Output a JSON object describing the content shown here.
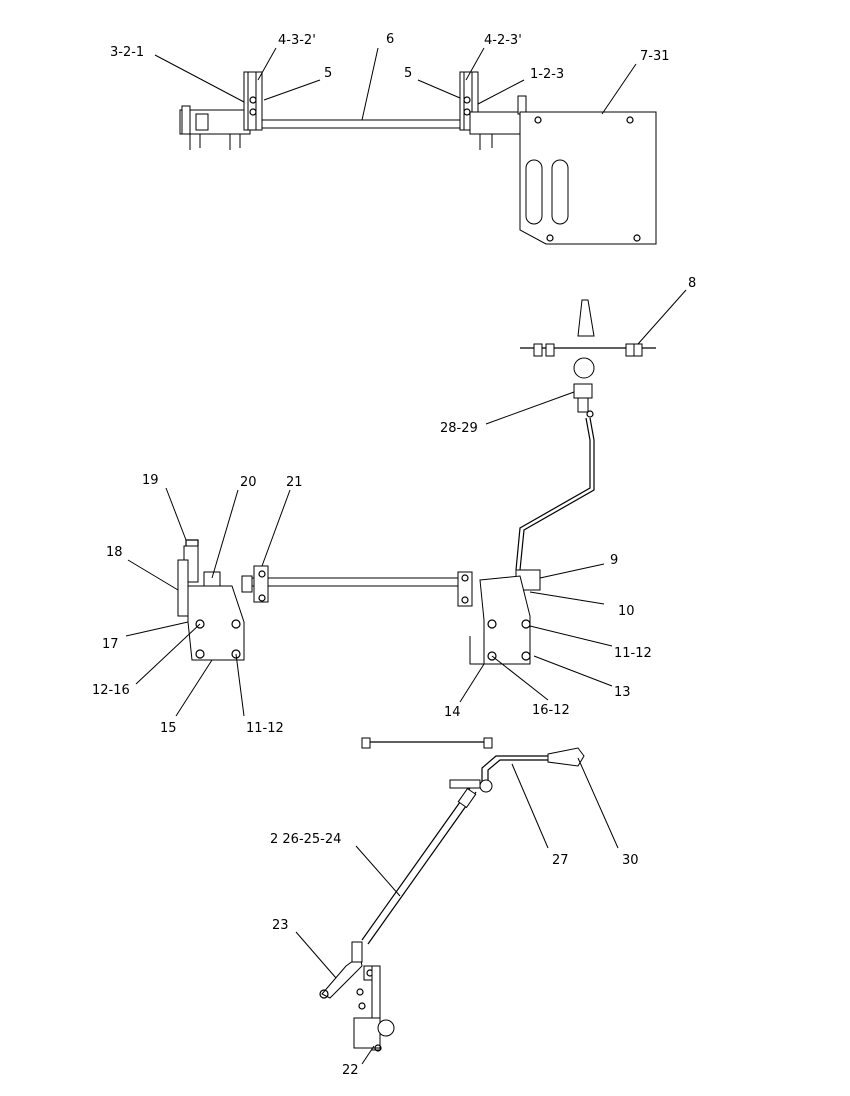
{
  "labels": {
    "a": "3-2-1",
    "b": "4-3-2'",
    "c": "6",
    "d": "4-2-3'",
    "e": "7-31",
    "f": "5",
    "g": "5",
    "h": "1-2-3",
    "i": "8",
    "j": "28-29",
    "k": "19",
    "l": "20",
    "m": "21",
    "n": "18",
    "o": "9",
    "p": "10",
    "q": "17",
    "r": "11-12",
    "s": "12-16",
    "t": "13",
    "u": "14",
    "v": "16-12",
    "w": "15",
    "x": "11-12",
    "y": "2 26-25-24",
    "z": "27",
    "aa": "30",
    "ab": "23",
    "ac": "22"
  }
}
